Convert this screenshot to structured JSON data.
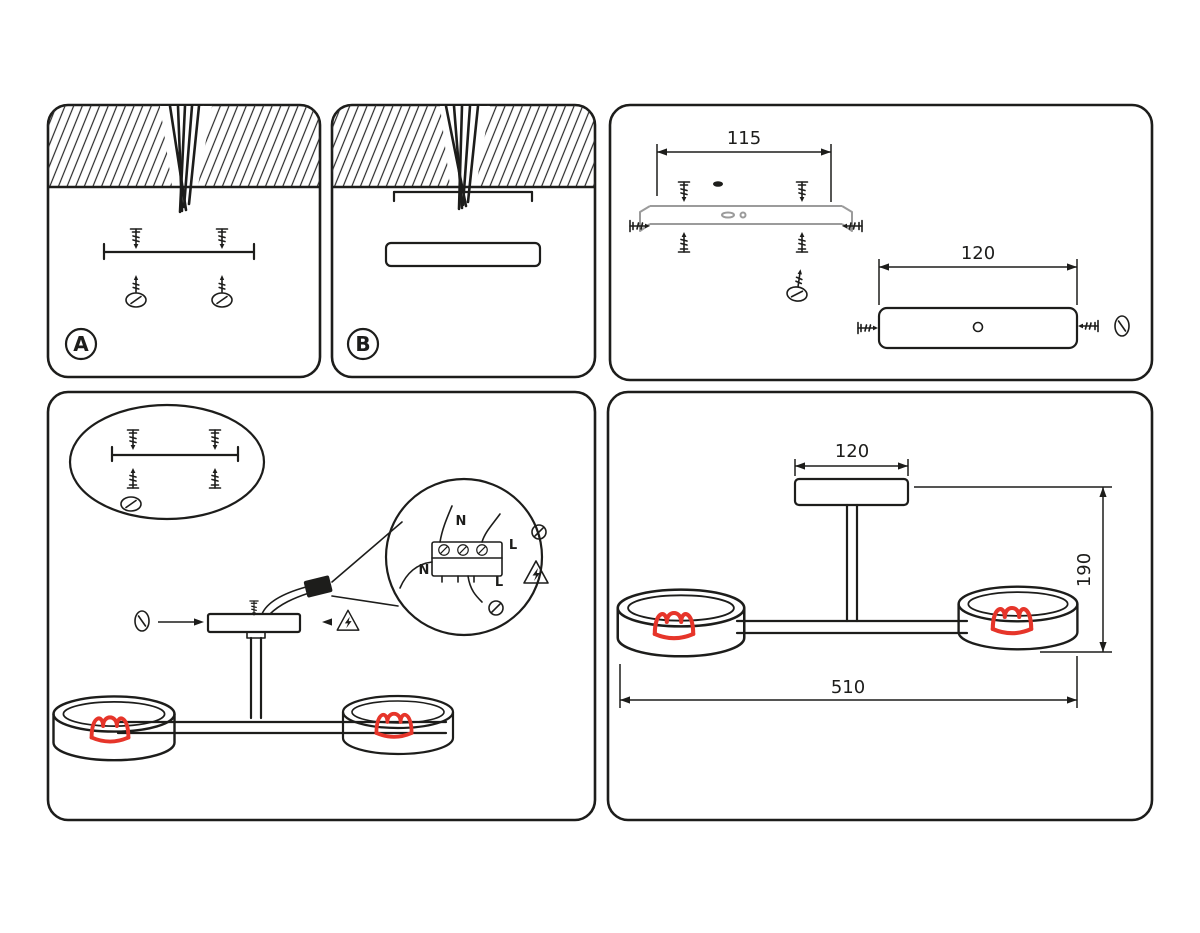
{
  "diagram": {
    "panels": {
      "a_label": "A",
      "b_label": "B"
    },
    "dimensions": {
      "bracket_hole_spacing_mm": "115",
      "bracket_canopy_length_mm": "120",
      "canopy_width_mm": "120",
      "fixture_height_mm": "190",
      "fixture_length_mm": "510"
    },
    "wiring": {
      "neutral_label": "N",
      "live_label": "L"
    },
    "colors": {
      "line": "#1d1d1b",
      "bracket_gray": "#9b9b9b",
      "filament_red": "#e6352a",
      "background": "#ffffff"
    }
  }
}
